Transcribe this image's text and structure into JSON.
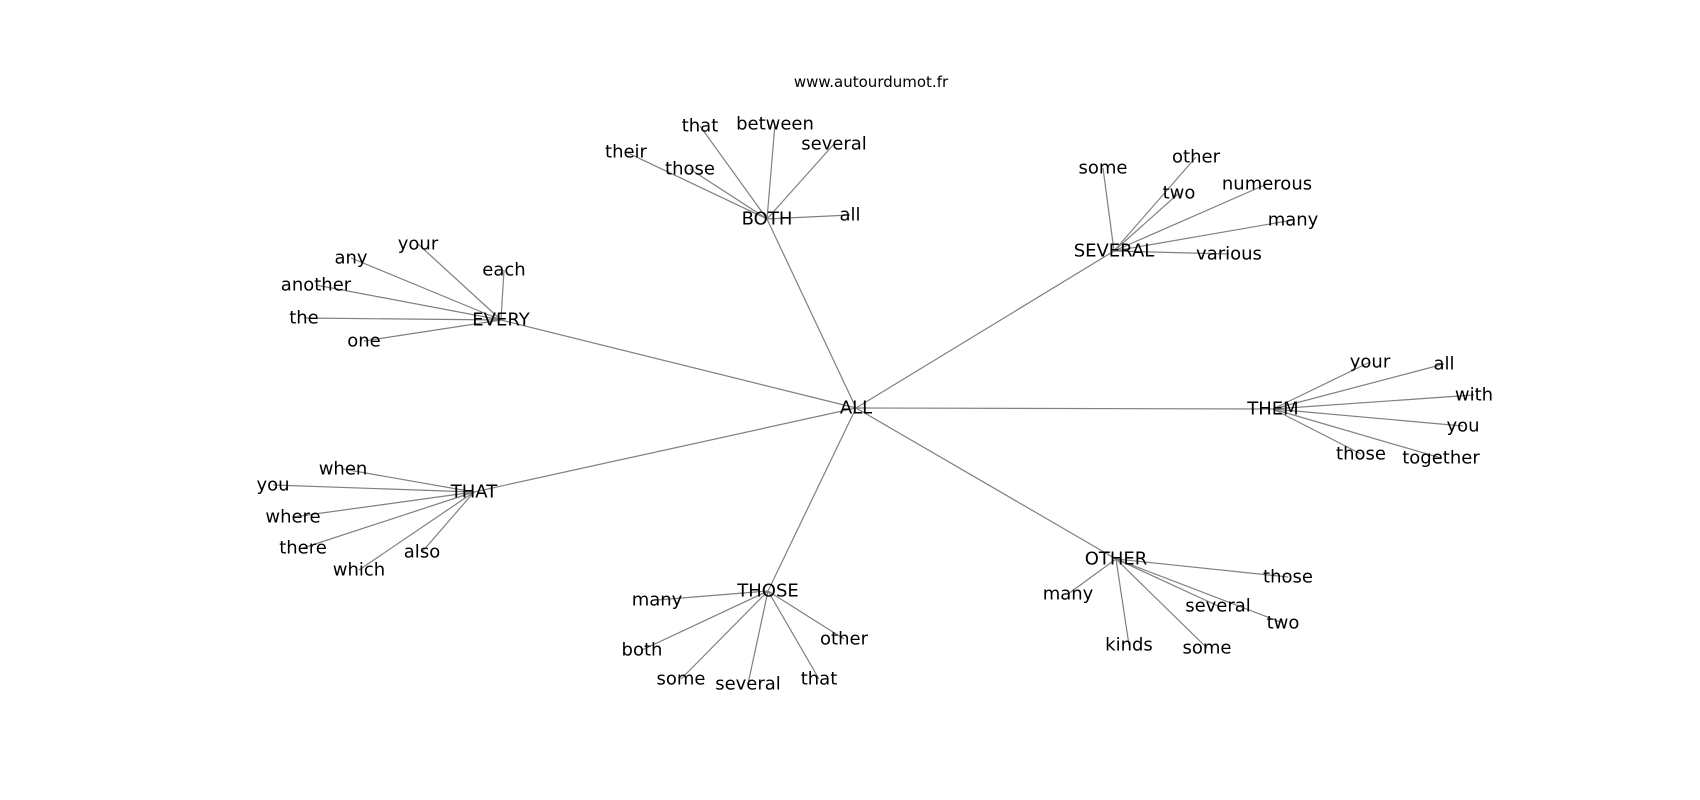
{
  "source": "www.autourdumot.fr",
  "root": "ALL",
  "hubs": [
    {
      "id": "both",
      "label": "BOTH",
      "leaves": [
        "that",
        "between",
        "several",
        "their",
        "those",
        "all"
      ]
    },
    {
      "id": "several",
      "label": "SEVERAL",
      "leaves": [
        "some",
        "other",
        "two",
        "numerous",
        "many",
        "various"
      ]
    },
    {
      "id": "every",
      "label": "EVERY",
      "leaves": [
        "your",
        "any",
        "each",
        "another",
        "the",
        "one"
      ]
    },
    {
      "id": "them",
      "label": "THEM",
      "leaves": [
        "your",
        "all",
        "with",
        "you",
        "those",
        "together"
      ]
    },
    {
      "id": "that",
      "label": "THAT",
      "leaves": [
        "when",
        "you",
        "where",
        "there",
        "also",
        "which"
      ]
    },
    {
      "id": "those",
      "label": "THOSE",
      "leaves": [
        "many",
        "both",
        "other",
        "some",
        "several",
        "that"
      ]
    },
    {
      "id": "other",
      "label": "OTHER",
      "leaves": [
        "those",
        "many",
        "several",
        "two",
        "kinds",
        "some"
      ]
    }
  ]
}
